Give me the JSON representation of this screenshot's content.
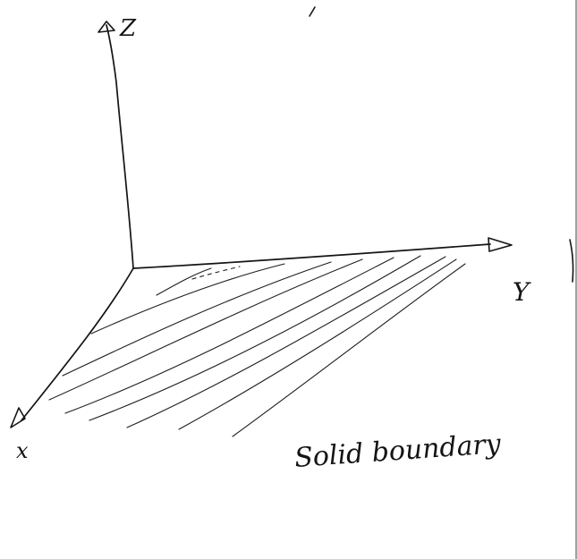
{
  "axes": {
    "z_label": "Z",
    "y_label": "Y",
    "x_label": "x"
  },
  "annotation": {
    "text": "Solid boundary"
  }
}
